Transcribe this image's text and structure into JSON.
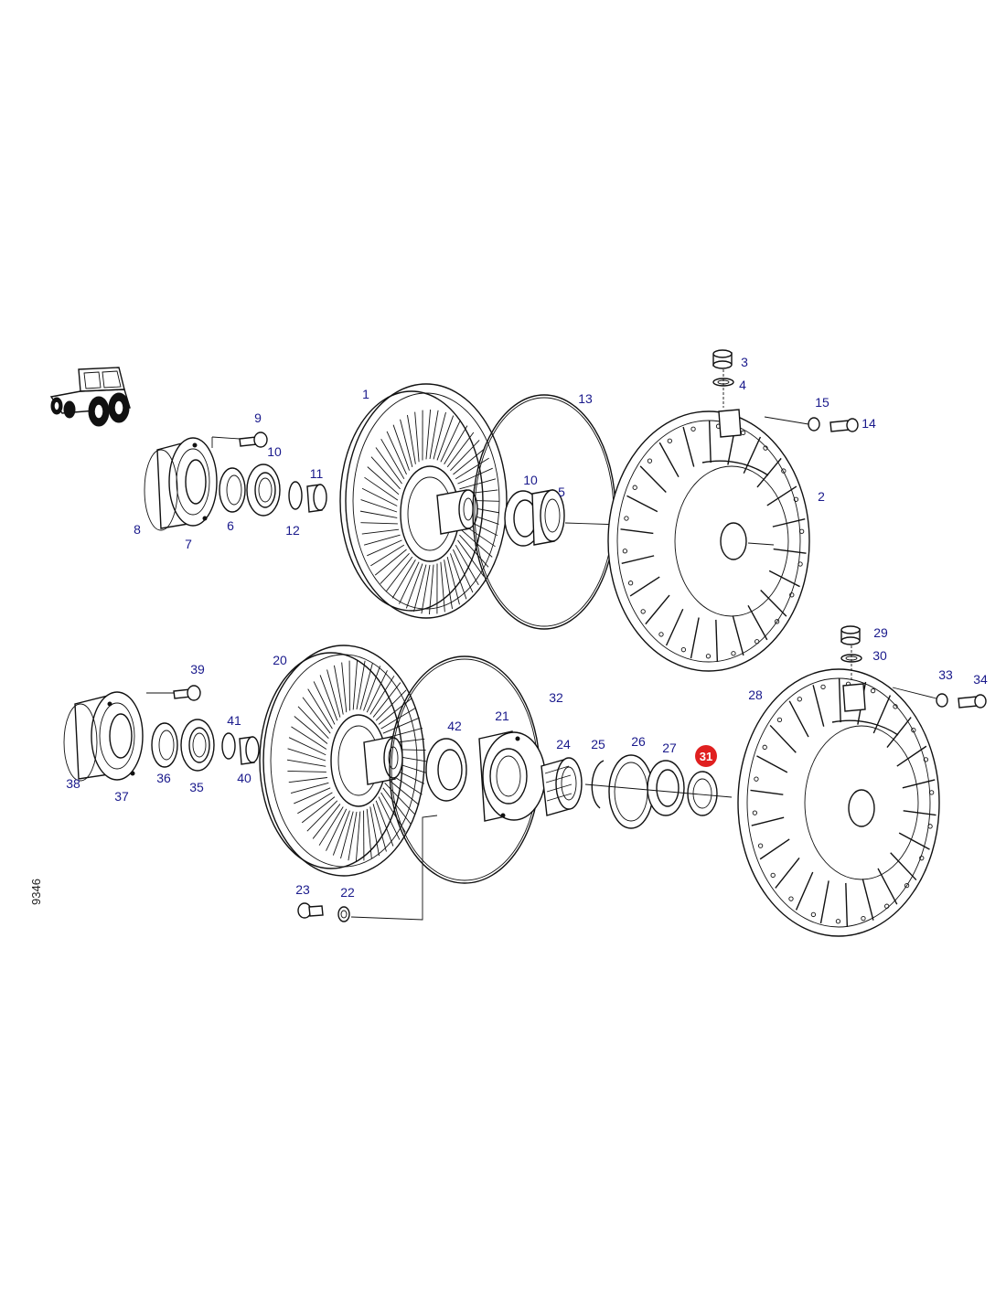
{
  "diagram": {
    "drawing_id": "9346",
    "highlight_color": "#e02020",
    "callout_color": "#1a1a8c",
    "icon": "tractor-icon",
    "callouts": [
      {
        "id": "c1",
        "label": "1"
      },
      {
        "id": "c2",
        "label": "2"
      },
      {
        "id": "c3",
        "label": "3"
      },
      {
        "id": "c4",
        "label": "4"
      },
      {
        "id": "c5",
        "label": "5"
      },
      {
        "id": "c6",
        "label": "6"
      },
      {
        "id": "c7",
        "label": "7"
      },
      {
        "id": "c8",
        "label": "8"
      },
      {
        "id": "c9",
        "label": "9"
      },
      {
        "id": "c10a",
        "label": "10"
      },
      {
        "id": "c10b",
        "label": "10"
      },
      {
        "id": "c11",
        "label": "11"
      },
      {
        "id": "c12",
        "label": "12"
      },
      {
        "id": "c13",
        "label": "13"
      },
      {
        "id": "c14",
        "label": "14"
      },
      {
        "id": "c15",
        "label": "15"
      },
      {
        "id": "c20",
        "label": "20"
      },
      {
        "id": "c21",
        "label": "21"
      },
      {
        "id": "c22",
        "label": "22"
      },
      {
        "id": "c23",
        "label": "23"
      },
      {
        "id": "c24",
        "label": "24"
      },
      {
        "id": "c25",
        "label": "25"
      },
      {
        "id": "c26",
        "label": "26"
      },
      {
        "id": "c27",
        "label": "27"
      },
      {
        "id": "c28",
        "label": "28"
      },
      {
        "id": "c29",
        "label": "29"
      },
      {
        "id": "c30",
        "label": "30"
      },
      {
        "id": "c31",
        "label": "31",
        "highlighted": true
      },
      {
        "id": "c32",
        "label": "32"
      },
      {
        "id": "c33",
        "label": "33"
      },
      {
        "id": "c34",
        "label": "34"
      },
      {
        "id": "c35",
        "label": "35"
      },
      {
        "id": "c36",
        "label": "36"
      },
      {
        "id": "c37",
        "label": "37"
      },
      {
        "id": "c38",
        "label": "38"
      },
      {
        "id": "c39",
        "label": "39"
      },
      {
        "id": "c40",
        "label": "40"
      },
      {
        "id": "c41",
        "label": "41"
      },
      {
        "id": "c42",
        "label": "42"
      }
    ]
  }
}
